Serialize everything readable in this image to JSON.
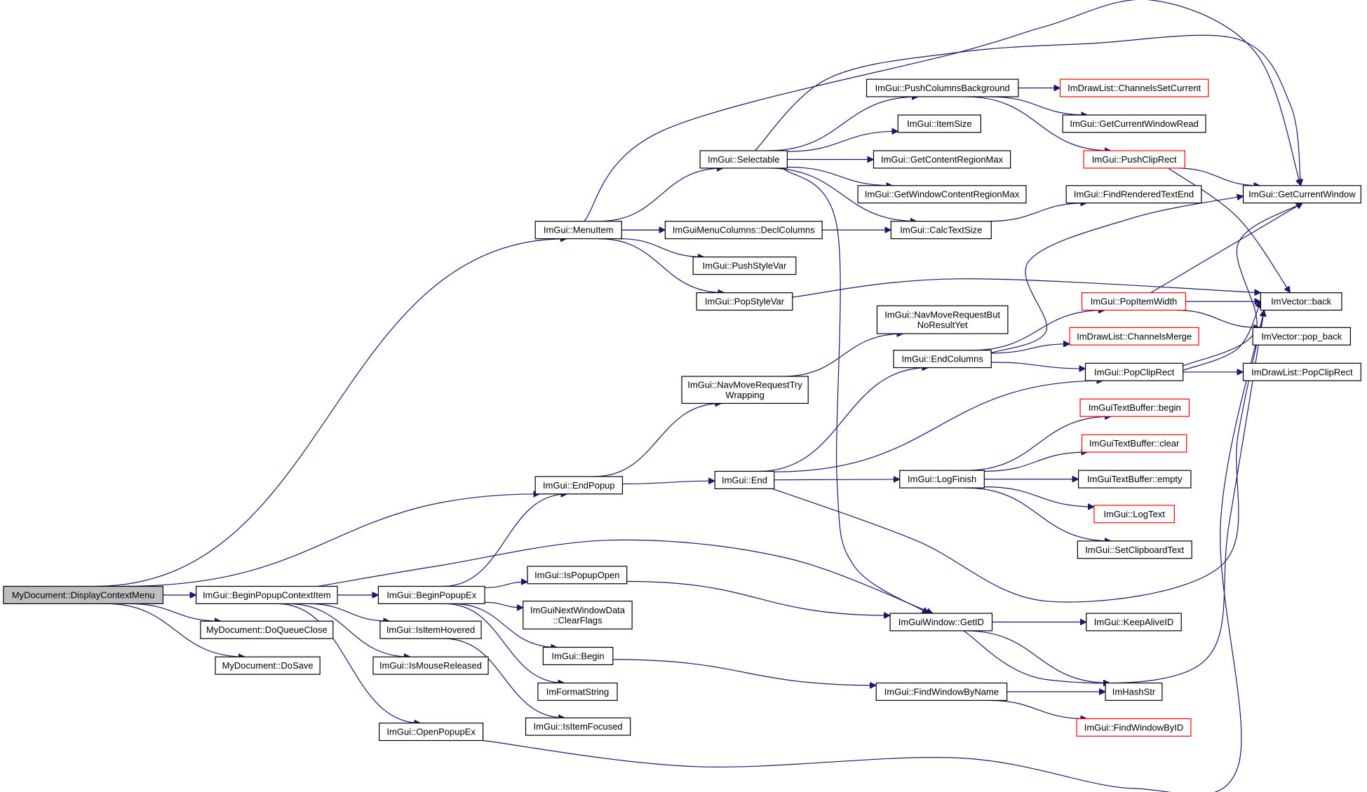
{
  "colors": {
    "edge": "#191970",
    "root_fill": "#bfbfbf",
    "truncated_border": "#ff0000",
    "node_border": "#000000"
  },
  "nodes": [
    {
      "id": "display",
      "lines": [
        "MyDocument::DisplayContextMenu"
      ],
      "root": true
    },
    {
      "id": "bpci",
      "lines": [
        "ImGui::BeginPopupContextItem"
      ]
    },
    {
      "id": "dqc",
      "lines": [
        "MyDocument::DoQueueClose"
      ]
    },
    {
      "id": "dosave",
      "lines": [
        "MyDocument::DoSave"
      ]
    },
    {
      "id": "menuitem",
      "lines": [
        "ImGui::MenuItem"
      ]
    },
    {
      "id": "endpopup",
      "lines": [
        "ImGui::EndPopup"
      ]
    },
    {
      "id": "bpex",
      "lines": [
        "ImGui::BeginPopupEx"
      ]
    },
    {
      "id": "ishovered",
      "lines": [
        "ImGui::IsItemHovered"
      ]
    },
    {
      "id": "ismouserel",
      "lines": [
        "ImGui::IsMouseReleased"
      ]
    },
    {
      "id": "openpopupex",
      "lines": [
        "ImGui::OpenPopupEx"
      ]
    },
    {
      "id": "selectable",
      "lines": [
        "ImGui::Selectable"
      ]
    },
    {
      "id": "declcols",
      "lines": [
        "ImGuiMenuColumns::DeclColumns"
      ]
    },
    {
      "id": "pushstyle",
      "lines": [
        "ImGui::PushStyleVar"
      ]
    },
    {
      "id": "popstyle",
      "lines": [
        "ImGui::PopStyleVar"
      ]
    },
    {
      "id": "navtry",
      "lines": [
        "ImGui::NavMoveRequestTry",
        "Wrapping"
      ]
    },
    {
      "id": "end",
      "lines": [
        "ImGui::End"
      ]
    },
    {
      "id": "ispopupopen",
      "lines": [
        "ImGui::IsPopupOpen"
      ]
    },
    {
      "id": "nextwin",
      "lines": [
        "ImGuiNextWindowData",
        "::ClearFlags"
      ]
    },
    {
      "id": "begin",
      "lines": [
        "ImGui::Begin"
      ]
    },
    {
      "id": "imformat",
      "lines": [
        "ImFormatString"
      ]
    },
    {
      "id": "isfocused",
      "lines": [
        "ImGui::IsItemFocused"
      ]
    },
    {
      "id": "pushcolbg",
      "lines": [
        "ImGui::PushColumnsBackground"
      ]
    },
    {
      "id": "itemsize",
      "lines": [
        "ImGui::ItemSize"
      ]
    },
    {
      "id": "getcrm",
      "lines": [
        "ImGui::GetContentRegionMax"
      ]
    },
    {
      "id": "getwcrm",
      "lines": [
        "ImGui::GetWindowContentRegionMax"
      ]
    },
    {
      "id": "calctext",
      "lines": [
        "ImGui::CalcTextSize"
      ]
    },
    {
      "id": "navbut",
      "lines": [
        "ImGui::NavMoveRequestBut",
        "NoResultYet"
      ]
    },
    {
      "id": "endcols",
      "lines": [
        "ImGui::EndColumns"
      ]
    },
    {
      "id": "logfinish",
      "lines": [
        "ImGui::LogFinish"
      ]
    },
    {
      "id": "getid",
      "lines": [
        "ImGuiWindow::GetID"
      ]
    },
    {
      "id": "findwin",
      "lines": [
        "ImGui::FindWindowByName"
      ]
    },
    {
      "id": "chsetcur",
      "lines": [
        "ImDrawList::ChannelsSetCurrent"
      ],
      "truncated": true
    },
    {
      "id": "getcwr",
      "lines": [
        "ImGui::GetCurrentWindowRead"
      ]
    },
    {
      "id": "pushclip",
      "lines": [
        "ImGui::PushClipRect"
      ],
      "truncated": true
    },
    {
      "id": "findrte",
      "lines": [
        "ImGui::FindRenderedTextEnd"
      ]
    },
    {
      "id": "popitemw",
      "lines": [
        "ImGui::PopItemWidth"
      ],
      "truncated": true
    },
    {
      "id": "chmerge",
      "lines": [
        "ImDrawList::ChannelsMerge"
      ],
      "truncated": true
    },
    {
      "id": "popclip",
      "lines": [
        "ImGui::PopClipRect"
      ]
    },
    {
      "id": "tbbegin",
      "lines": [
        "ImGuiTextBuffer::begin"
      ],
      "truncated": true
    },
    {
      "id": "tbclear",
      "lines": [
        "ImGuiTextBuffer::clear"
      ],
      "truncated": true
    },
    {
      "id": "tbempty",
      "lines": [
        "ImGuiTextBuffer::empty"
      ]
    },
    {
      "id": "logtext",
      "lines": [
        "ImGui::LogText"
      ],
      "truncated": true
    },
    {
      "id": "setclip",
      "lines": [
        "ImGui::SetClipboardText"
      ]
    },
    {
      "id": "keepalive",
      "lines": [
        "ImGui::KeepAliveID"
      ]
    },
    {
      "id": "imhash",
      "lines": [
        "ImHashStr"
      ]
    },
    {
      "id": "findwinid",
      "lines": [
        "ImGui::FindWindowByID"
      ],
      "truncated": true
    },
    {
      "id": "getcw",
      "lines": [
        "ImGui::GetCurrentWindow"
      ]
    },
    {
      "id": "vback",
      "lines": [
        "ImVector::back"
      ]
    },
    {
      "id": "vpopback",
      "lines": [
        "ImVector::pop_back"
      ]
    },
    {
      "id": "dlpopclip",
      "lines": [
        "ImDrawList::PopClipRect"
      ]
    }
  ],
  "edges": [
    [
      "display",
      "bpci"
    ],
    [
      "display",
      "dqc"
    ],
    [
      "display",
      "dosave"
    ],
    [
      "display",
      "menuitem"
    ],
    [
      "display",
      "endpopup"
    ],
    [
      "bpci",
      "bpex"
    ],
    [
      "bpci",
      "ishovered"
    ],
    [
      "bpci",
      "ismouserel"
    ],
    [
      "bpci",
      "openpopupex"
    ],
    [
      "bpci",
      "getid"
    ],
    [
      "menuitem",
      "selectable"
    ],
    [
      "menuitem",
      "declcols"
    ],
    [
      "menuitem",
      "pushstyle"
    ],
    [
      "menuitem",
      "popstyle"
    ],
    [
      "menuitem",
      "calctext"
    ],
    [
      "menuitem",
      "getcw"
    ],
    [
      "endpopup",
      "navtry"
    ],
    [
      "endpopup",
      "end"
    ],
    [
      "bpex",
      "endpopup"
    ],
    [
      "bpex",
      "ispopupopen"
    ],
    [
      "bpex",
      "nextwin"
    ],
    [
      "bpex",
      "begin"
    ],
    [
      "bpex",
      "imformat"
    ],
    [
      "ishovered",
      "isfocused"
    ],
    [
      "openpopupex",
      "vback"
    ],
    [
      "selectable",
      "pushcolbg"
    ],
    [
      "selectable",
      "itemsize"
    ],
    [
      "selectable",
      "getcrm"
    ],
    [
      "selectable",
      "getwcrm"
    ],
    [
      "selectable",
      "calctext"
    ],
    [
      "selectable",
      "getid"
    ],
    [
      "selectable",
      "getcw"
    ],
    [
      "popstyle",
      "vback"
    ],
    [
      "navtry",
      "navbut"
    ],
    [
      "end",
      "endcols"
    ],
    [
      "end",
      "logfinish"
    ],
    [
      "end",
      "popclip"
    ],
    [
      "end",
      "vback"
    ],
    [
      "ispopupopen",
      "getid"
    ],
    [
      "begin",
      "findwin"
    ],
    [
      "pushcolbg",
      "chsetcur"
    ],
    [
      "pushcolbg",
      "getcwr"
    ],
    [
      "pushcolbg",
      "pushclip"
    ],
    [
      "calctext",
      "findrte"
    ],
    [
      "endcols",
      "popitemw"
    ],
    [
      "endcols",
      "chmerge"
    ],
    [
      "endcols",
      "popclip"
    ],
    [
      "endcols",
      "getcw"
    ],
    [
      "logfinish",
      "tbbegin"
    ],
    [
      "logfinish",
      "tbclear"
    ],
    [
      "logfinish",
      "tbempty"
    ],
    [
      "logfinish",
      "logtext"
    ],
    [
      "logfinish",
      "setclip"
    ],
    [
      "getid",
      "keepalive"
    ],
    [
      "getid",
      "imhash"
    ],
    [
      "getid",
      "vback"
    ],
    [
      "findwin",
      "imhash"
    ],
    [
      "findwin",
      "findwinid"
    ],
    [
      "pushclip",
      "getcw"
    ],
    [
      "pushclip",
      "vback"
    ],
    [
      "popitemw",
      "vback"
    ],
    [
      "popitemw",
      "vpopback"
    ],
    [
      "popitemw",
      "getcw"
    ],
    [
      "popclip",
      "dlpopclip"
    ],
    [
      "popclip",
      "vback"
    ],
    [
      "popclip",
      "getcw"
    ]
  ]
}
